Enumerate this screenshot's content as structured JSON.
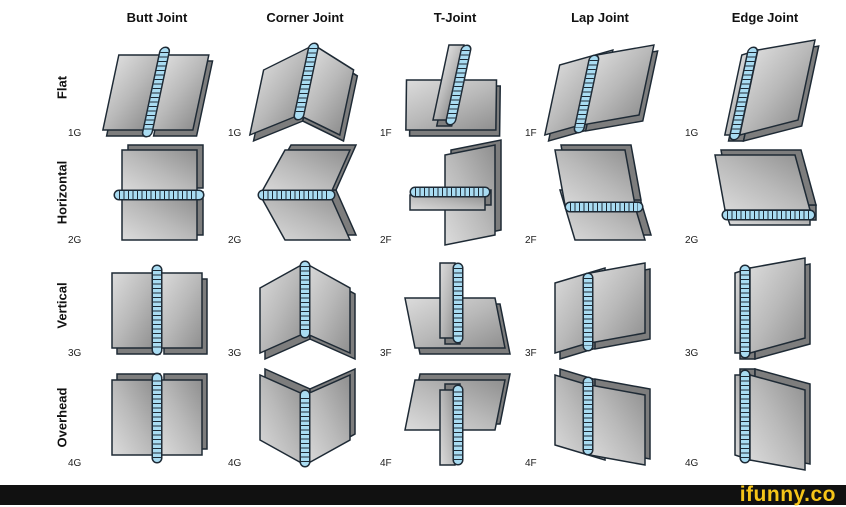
{
  "columns": [
    {
      "key": "butt",
      "label": "Butt Joint"
    },
    {
      "key": "corner",
      "label": "Corner Joint"
    },
    {
      "key": "tee",
      "label": "T-Joint"
    },
    {
      "key": "lap",
      "label": "Lap Joint"
    },
    {
      "key": "edge",
      "label": "Edge Joint"
    }
  ],
  "rows": [
    {
      "label": "Flat",
      "codes": [
        "1G",
        "1G",
        "1F",
        "1F",
        "1G"
      ]
    },
    {
      "label": "Horizontal",
      "codes": [
        "2G",
        "2G",
        "2F",
        "2F",
        "2G"
      ]
    },
    {
      "label": "Vertical",
      "codes": [
        "3G",
        "3G",
        "3F",
        "3F",
        "3G"
      ]
    },
    {
      "label": "Overhead",
      "codes": [
        "4G",
        "4G",
        "4F",
        "4F",
        "4G"
      ]
    }
  ],
  "colors": {
    "plate": "#b9b9b9",
    "plate_dark": "#7d7d7d",
    "bead": "#a9dcf2",
    "outline": "#1e2a35"
  },
  "watermark": "ifunny.co"
}
